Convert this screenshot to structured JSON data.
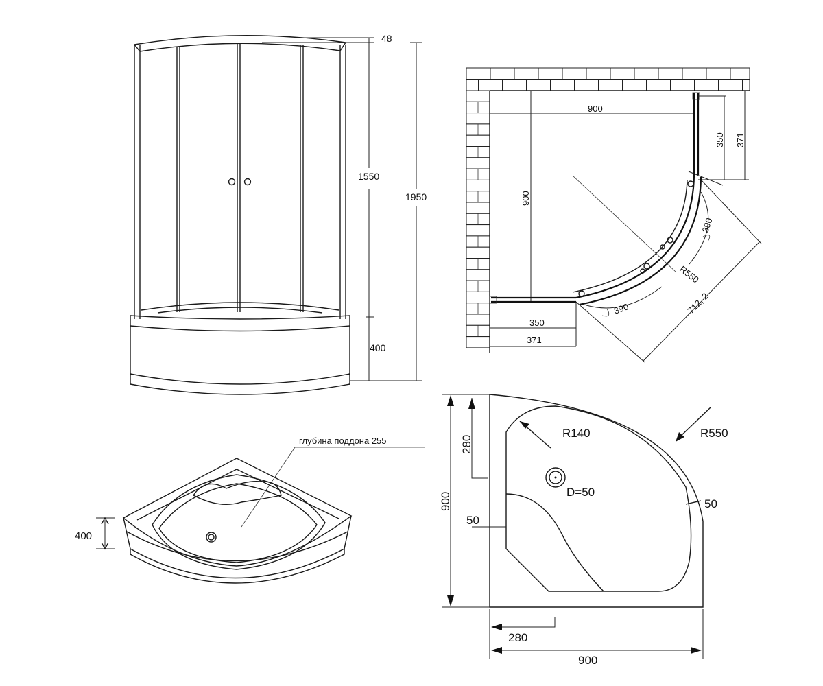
{
  "front_view": {
    "dim_top": "48",
    "dim_glass": "1550",
    "dim_total": "1950",
    "dim_base": "400"
  },
  "plan_view": {
    "width": "900",
    "depth": "900",
    "side_a": "350",
    "side_b": "371",
    "door_right": "390",
    "door_bottom": "390",
    "radius": "R550",
    "diagonal": "712, 2",
    "bottom_a": "350",
    "bottom_b": "371"
  },
  "tray_perspective": {
    "depth_note": "глубина поддона 255",
    "height": "400"
  },
  "tray_plan": {
    "height_total": "900",
    "top_offset": "280",
    "radius_small": "R140",
    "radius_large": "R550",
    "drain": "D=50",
    "rim_right": "50",
    "rim_left": "50",
    "bottom_offset": "280",
    "width_total": "900"
  }
}
